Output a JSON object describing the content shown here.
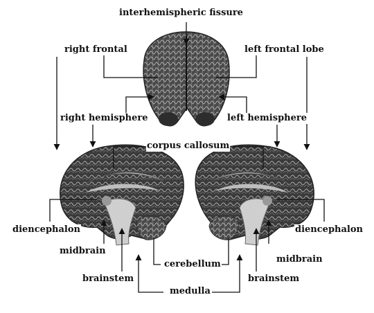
{
  "labels": {
    "interhemispheric_fissure": "interhemispheric fissure",
    "right_frontal": "right frontal",
    "left_frontal_lobe": "left frontal lobe",
    "right_hemisphere": "right hemisphere",
    "left_hemisphere": "left hemisphere",
    "corpus_callosum": "corpus callosum",
    "diencephalon_left_panel": "diencephalon",
    "diencephalon_right_panel": "diencephalon",
    "midbrain_left_panel": "midbrain",
    "midbrain_right_panel": "midbrain",
    "brainstem_left_panel": "brainstem",
    "brainstem_right_panel": "brainstem",
    "cerebellum": "cerebellum",
    "medulla": "medulla"
  },
  "colors": {
    "ink": "#111111",
    "cortex_dark": "#2a2a2a",
    "cortex_mid": "#6b6b6b",
    "white_matter": "#d9d9d9"
  }
}
